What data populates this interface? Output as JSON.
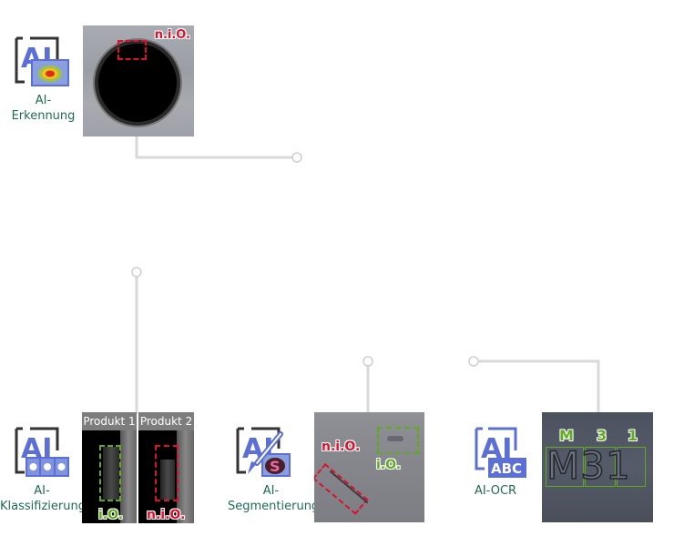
{
  "modules": [
    {
      "id": "erkennung",
      "icon": "ai-detection-icon",
      "label_line1": "AI-",
      "label_line2": "Erkennung",
      "result_tag": "n.i.O."
    },
    {
      "id": "klassifizierung",
      "icon": "ai-classification-icon",
      "label_line1": "AI-",
      "label_line2": "Klassifizierung",
      "products": [
        {
          "label": "Produkt 1",
          "result": "i.O."
        },
        {
          "label": "Produkt 2",
          "result": "n.i.O."
        }
      ]
    },
    {
      "id": "segmentierung",
      "icon": "ai-segmentation-icon",
      "label_line1": "AI-",
      "label_line2": "Segmentierung",
      "tag_defect": "n.i.O.",
      "tag_ok": "i.O."
    },
    {
      "id": "ocr",
      "icon": "ai-ocr-icon",
      "label": "AI-OCR",
      "icon_text": "ABC",
      "chars": [
        "M",
        "3",
        "1"
      ],
      "embossed_text": "M31"
    }
  ],
  "icon_text": "AI",
  "colors": {
    "label": "#1f6b52",
    "icon_blue": "#5b6fd6",
    "ok_green": "#5faa1e",
    "nok_red": "#e0102a",
    "connector": "#d6d6d6"
  }
}
